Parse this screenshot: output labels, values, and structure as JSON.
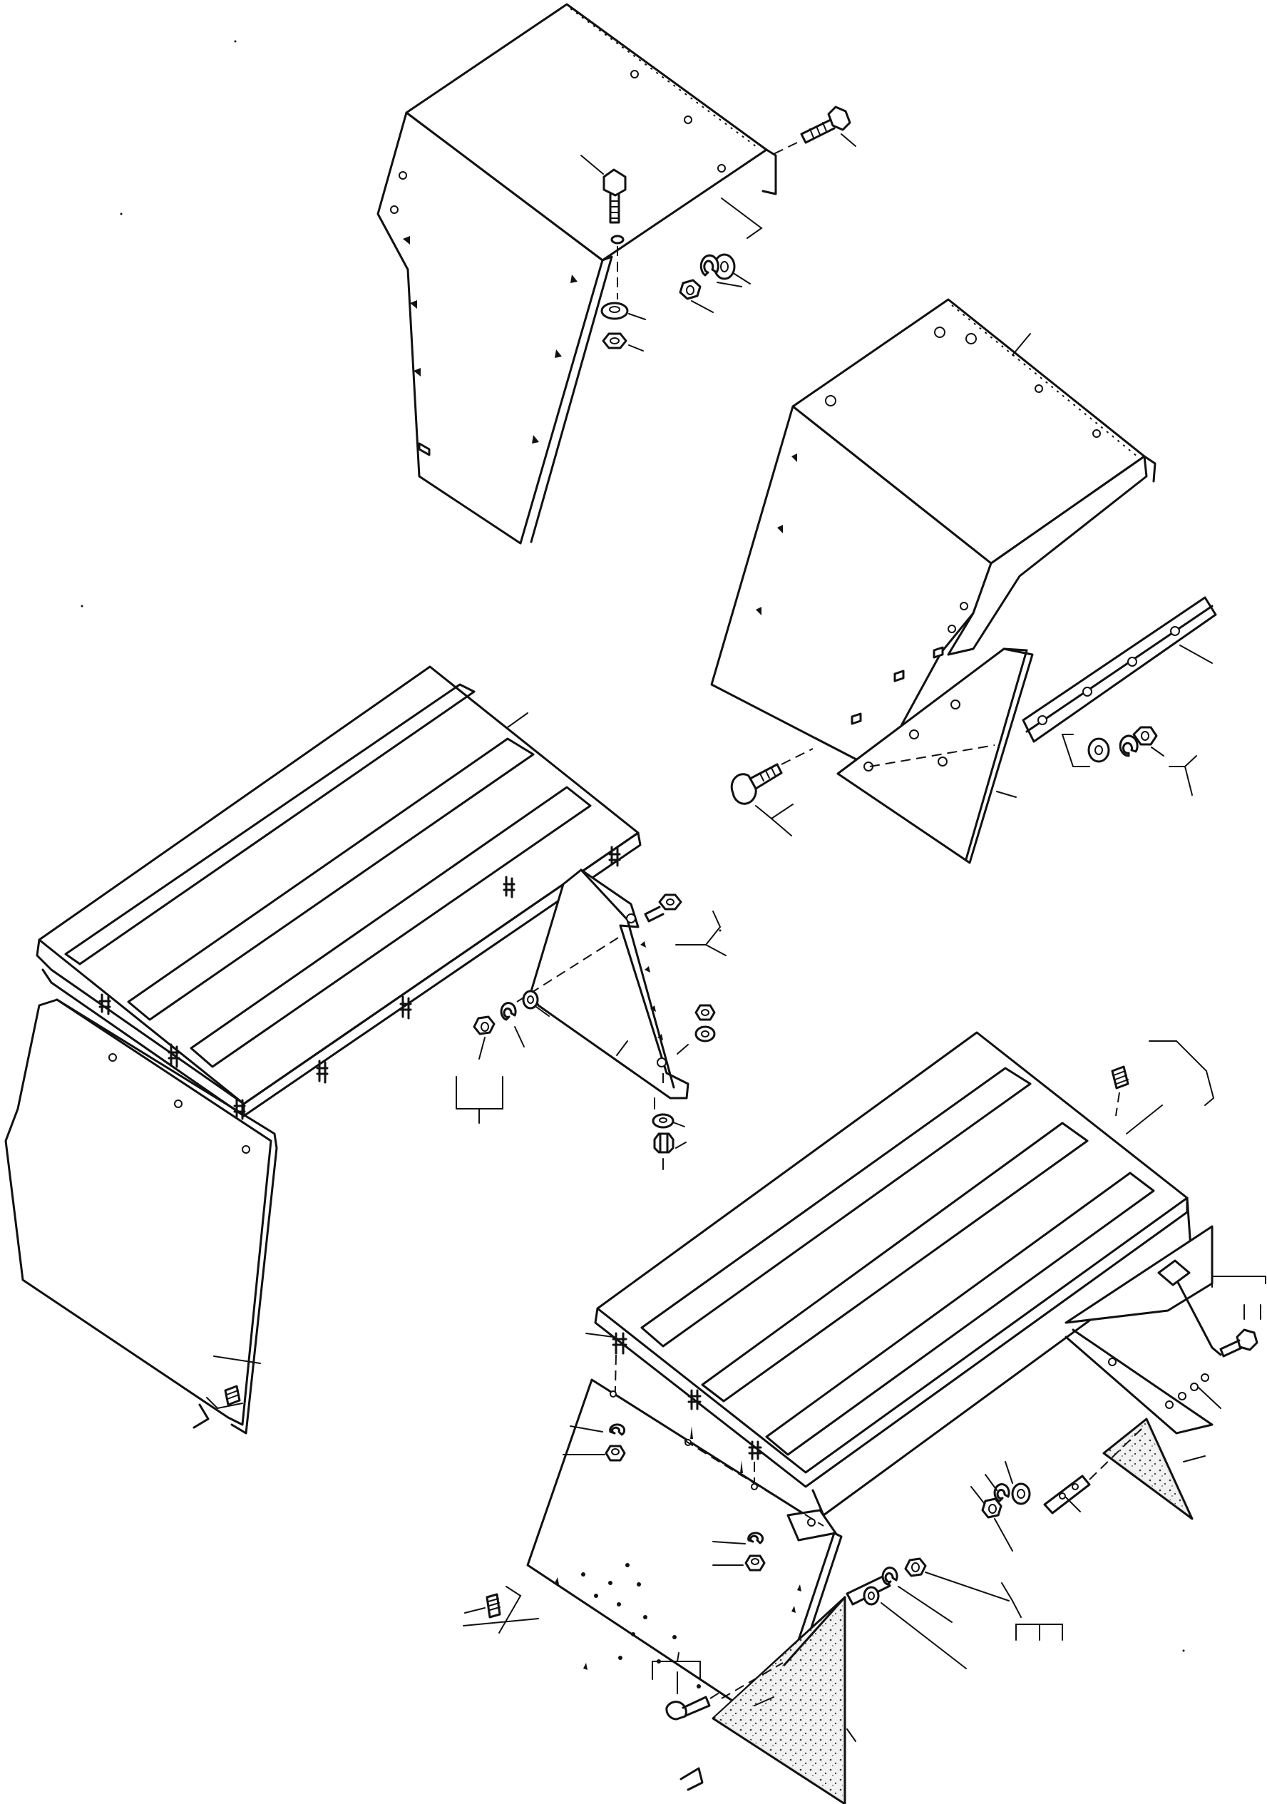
{
  "drawing": {
    "type": "exploded-parts-diagram",
    "background": "#ffffff",
    "line_color": "#111111",
    "assemblies": [
      "upper-left-fender",
      "upper-right-fender",
      "left-step-platform",
      "right-step-platform"
    ]
  }
}
